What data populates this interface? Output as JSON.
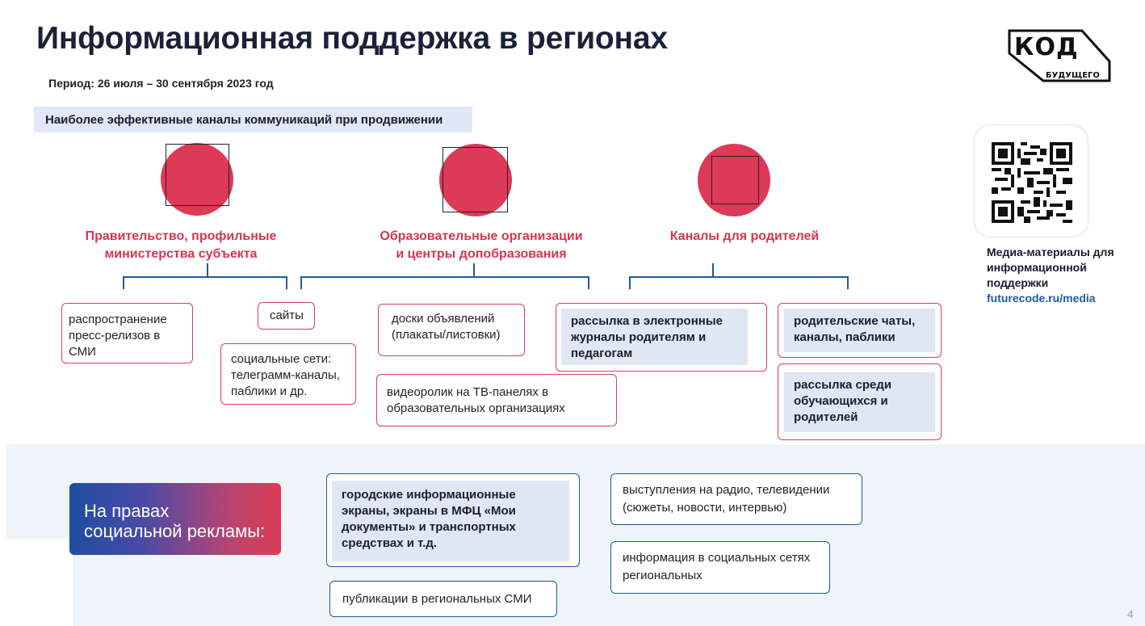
{
  "title": "Информационная поддержка в регионах",
  "period": "Период: 26 июля – 30 сентября 2023 год",
  "ribbon": "Наиболее эффективные каналы коммуникаций при продвижении",
  "logo": {
    "top": "КОД",
    "bottom": "БУДУЩЕГО"
  },
  "categories": [
    {
      "line1": "Правительство, профильные",
      "line2": "министерства субъекта"
    },
    {
      "line1": "Образовательные организации",
      "line2": "и центры допобразования"
    },
    {
      "line1": "Каналы для родителей",
      "line2": ""
    }
  ],
  "channels": {
    "press": "распространение пресс-релизов в СМИ",
    "sites": "сайты",
    "social": "социальные сети: телеграмм-каналы, паблики и др.",
    "boards": "доски объявлений (плакаты/листовки)",
    "video": "видеоролик на ТВ-панелях в образовательных организациях",
    "journals": "рассылка в электронные журналы родителям и педагогам",
    "parent_chats": "родительские чаты, каналы, паблики",
    "students": "рассылка среди обучающихся и родителей"
  },
  "qr": {
    "text": "Медиа-материалы для информационной поддержки",
    "link": "futurecode.ru/media"
  },
  "social_ads": {
    "badge_line1": "На правах",
    "badge_line2": "социальной рекламы:",
    "screens": "городские информационные экраны, экраны в МФЦ «Мои документы» и транспортных средствах и т.д.",
    "publications": "публикации в региональных СМИ",
    "radio": "выступления на радио, телевидении (сюжеты, новости, интервью)",
    "social_regional": "информация в социальных сетях региональных"
  },
  "page_number": "4",
  "colors": {
    "accent_red": "#dc3a57",
    "accent_blue": "#1f5a9c",
    "title": "#1a2238"
  }
}
